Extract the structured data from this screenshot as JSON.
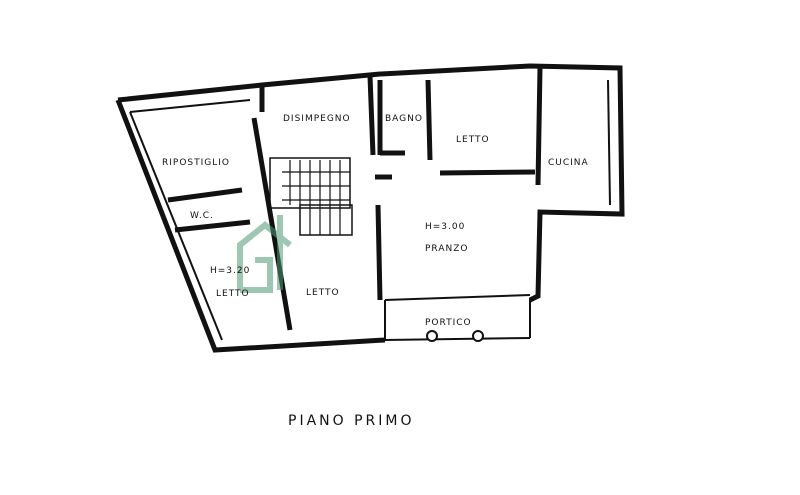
{
  "plan": {
    "title": "PIANO PRIMO",
    "rooms": {
      "disimpegno": "DISIMPEGNO",
      "bagno": "BAGNO",
      "letto_top": "LETTO",
      "cucina": "CUCINA",
      "ripostiglio": "RIPOSTIGLIO",
      "wc": "W.C.",
      "height_left": "H=3.20",
      "letto_left": "LETTO",
      "letto_mid": "LETTO",
      "height_center": "H=3.00",
      "pranzo": "PRANZO",
      "portico": "PORTICO"
    },
    "watermark_color": "#4f9a76"
  }
}
